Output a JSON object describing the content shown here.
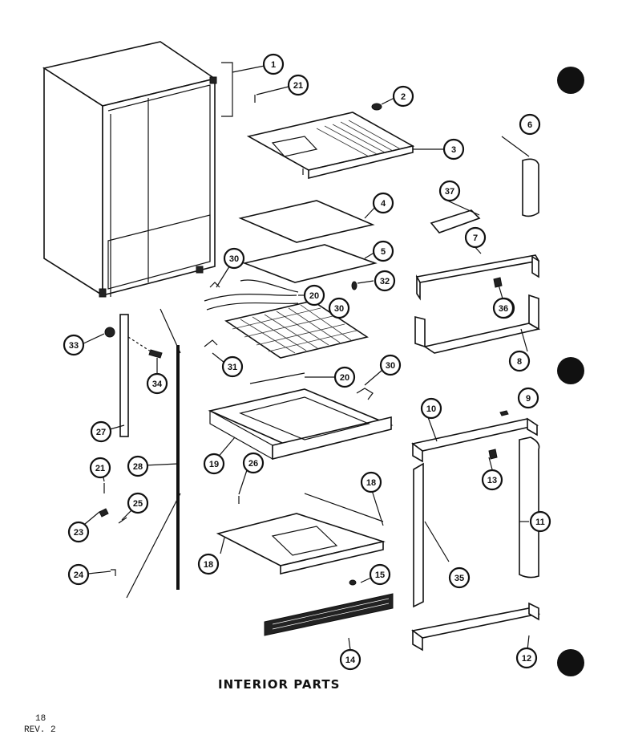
{
  "title": "INTERIOR PARTS",
  "footer": {
    "page": "18",
    "revision": "REV. 2"
  },
  "callouts": [
    {
      "id": "c1",
      "label": "1"
    },
    {
      "id": "c2",
      "label": "2"
    },
    {
      "id": "c3",
      "label": "3"
    },
    {
      "id": "c4",
      "label": "4"
    },
    {
      "id": "c5",
      "label": "5"
    },
    {
      "id": "c6",
      "label": "6"
    },
    {
      "id": "c7",
      "label": "7"
    },
    {
      "id": "c8",
      "label": "8"
    },
    {
      "id": "c9",
      "label": "9"
    },
    {
      "id": "c10",
      "label": "10"
    },
    {
      "id": "c11",
      "label": "11"
    },
    {
      "id": "c12",
      "label": "12"
    },
    {
      "id": "c13",
      "label": "13"
    },
    {
      "id": "c14",
      "label": "14"
    },
    {
      "id": "c15",
      "label": "15"
    },
    {
      "id": "c16",
      "label": "18"
    },
    {
      "id": "c18",
      "label": "18"
    },
    {
      "id": "c19",
      "label": "19"
    },
    {
      "id": "c20a",
      "label": "20"
    },
    {
      "id": "c20b",
      "label": "20"
    },
    {
      "id": "c21a",
      "label": "21"
    },
    {
      "id": "c21b",
      "label": "21"
    },
    {
      "id": "c23",
      "label": "23"
    },
    {
      "id": "c24",
      "label": "24"
    },
    {
      "id": "c25",
      "label": "25"
    },
    {
      "id": "c26",
      "label": "26"
    },
    {
      "id": "c27",
      "label": "27"
    },
    {
      "id": "c28",
      "label": "28"
    },
    {
      "id": "c30a",
      "label": "30"
    },
    {
      "id": "c30b",
      "label": "30"
    },
    {
      "id": "c30c",
      "label": "30"
    },
    {
      "id": "c31",
      "label": "31"
    },
    {
      "id": "c32",
      "label": "32"
    },
    {
      "id": "c33",
      "label": "33"
    },
    {
      "id": "c34",
      "label": "34"
    },
    {
      "id": "c35",
      "label": "35"
    },
    {
      "id": "c36a",
      "label": "36"
    },
    {
      "id": "c36b",
      "label": "36"
    },
    {
      "id": "c37",
      "label": "37"
    }
  ]
}
